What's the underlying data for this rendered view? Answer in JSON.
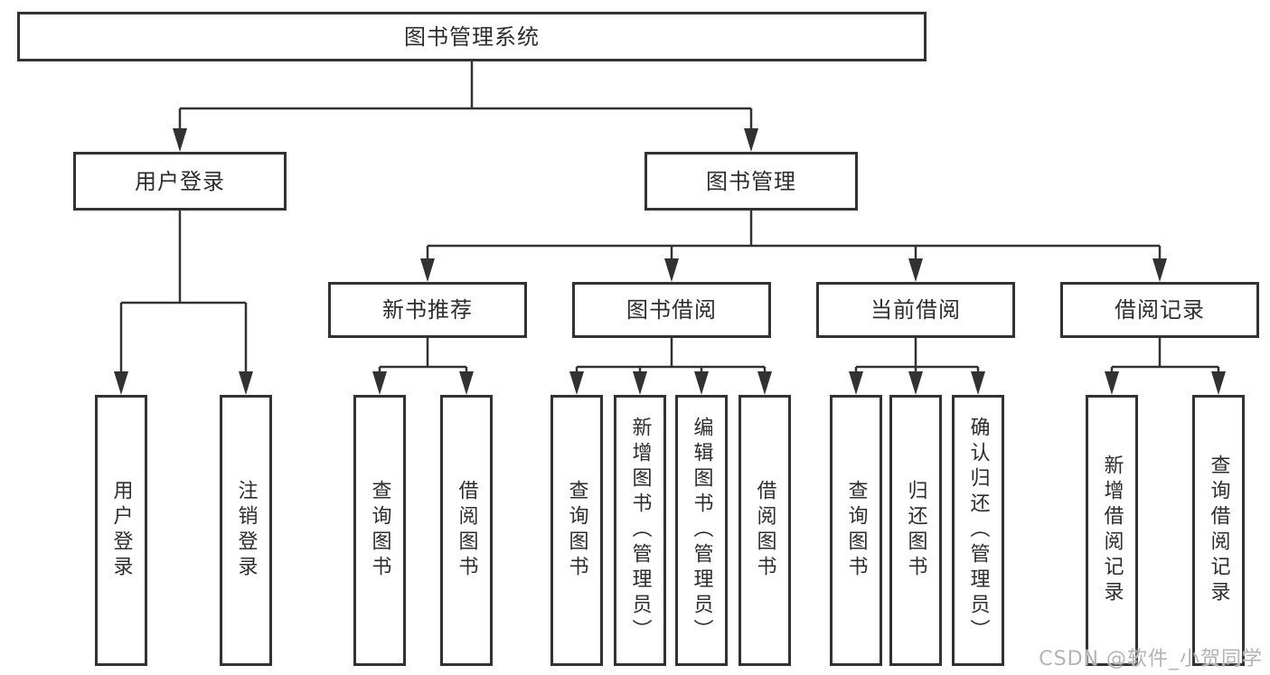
{
  "diagram": {
    "root": {
      "label": "图书管理系统"
    },
    "level2": [
      {
        "label": "用户登录"
      },
      {
        "label": "图书管理"
      }
    ],
    "level3": [
      {
        "label": "新书推荐"
      },
      {
        "label": "图书借阅"
      },
      {
        "label": "当前借阅"
      },
      {
        "label": "借阅记录"
      }
    ],
    "leaves": [
      {
        "label": "用户登录"
      },
      {
        "label": "注销登录"
      },
      {
        "label": "查询图书"
      },
      {
        "label": "借阅图书"
      },
      {
        "label": "查询图书"
      },
      {
        "label": "新增图书（管理员）"
      },
      {
        "label": "编辑图书（管理员）"
      },
      {
        "label": "借阅图书"
      },
      {
        "label": "查询图书"
      },
      {
        "label": "归还图书"
      },
      {
        "label": "确认归还（管理员）"
      },
      {
        "label": "新增借阅记录"
      },
      {
        "label": "查询借阅记录"
      }
    ]
  },
  "watermark": "CSDN @软件_小贺同学",
  "colors": {
    "line": "#323232",
    "text": "#2d2d2d",
    "watermark": "#b3b3b3",
    "background": "#ffffff"
  }
}
